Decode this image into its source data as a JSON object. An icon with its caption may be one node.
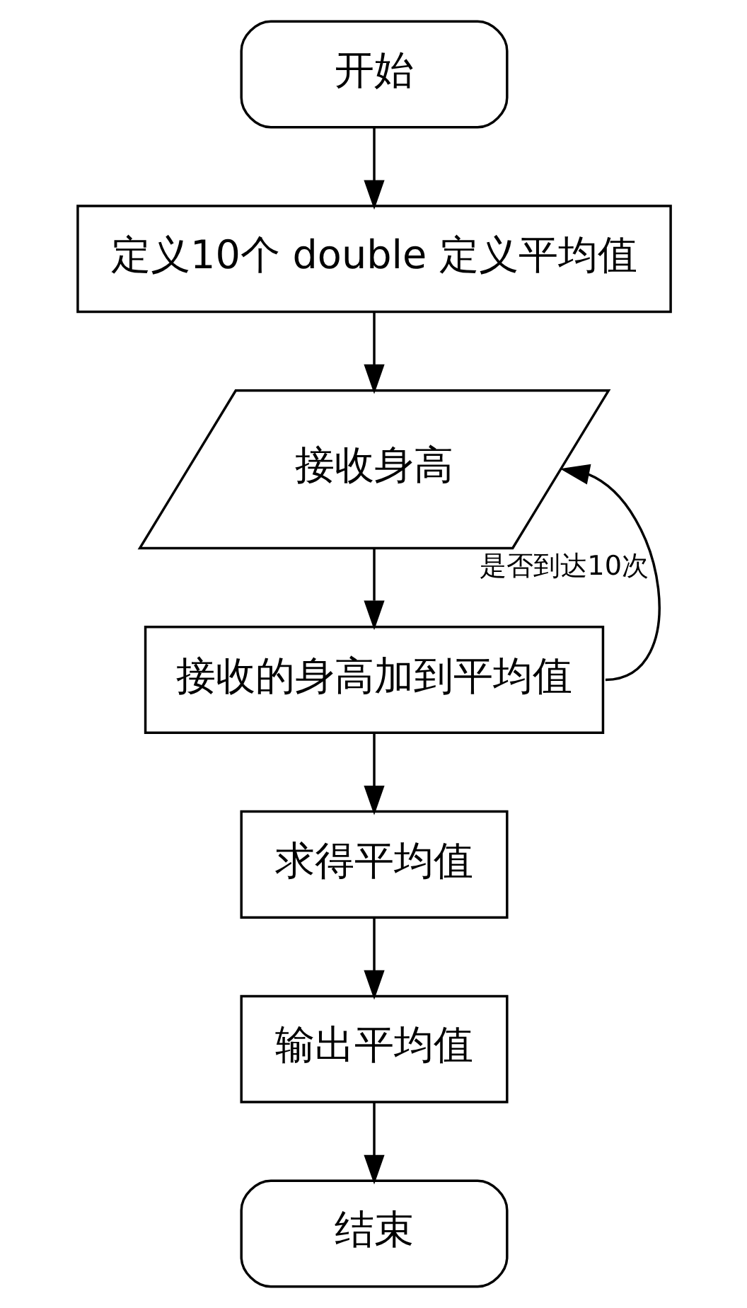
{
  "diagram": {
    "nodes": [
      {
        "text": [
          "开始"
        ]
      },
      {
        "text": [
          "定义10个 double 定义平均值"
        ]
      },
      {
        "text": [
          "接收身高"
        ]
      },
      {
        "text": [
          "接收的身高加到平均值"
        ]
      },
      {
        "text": [
          "求得平均值"
        ]
      },
      {
        "text": [
          "输出平均值"
        ]
      },
      {
        "text": [
          "结束"
        ]
      }
    ],
    "edges": [
      {
        "from": 0,
        "to": 1,
        "arrow": "to"
      },
      {
        "from": 1,
        "to": 2,
        "arrow": "to"
      },
      {
        "from": 2,
        "to": 3,
        "arrow": "to"
      },
      {
        "from": 3,
        "to": 2,
        "arrow": "to",
        "label": "是否到达10次"
      },
      {
        "from": 3,
        "to": 4,
        "arrow": "to"
      },
      {
        "from": 4,
        "to": 5,
        "arrow": "to"
      },
      {
        "from": 5,
        "to": 6,
        "arrow": "to"
      }
    ]
  }
}
